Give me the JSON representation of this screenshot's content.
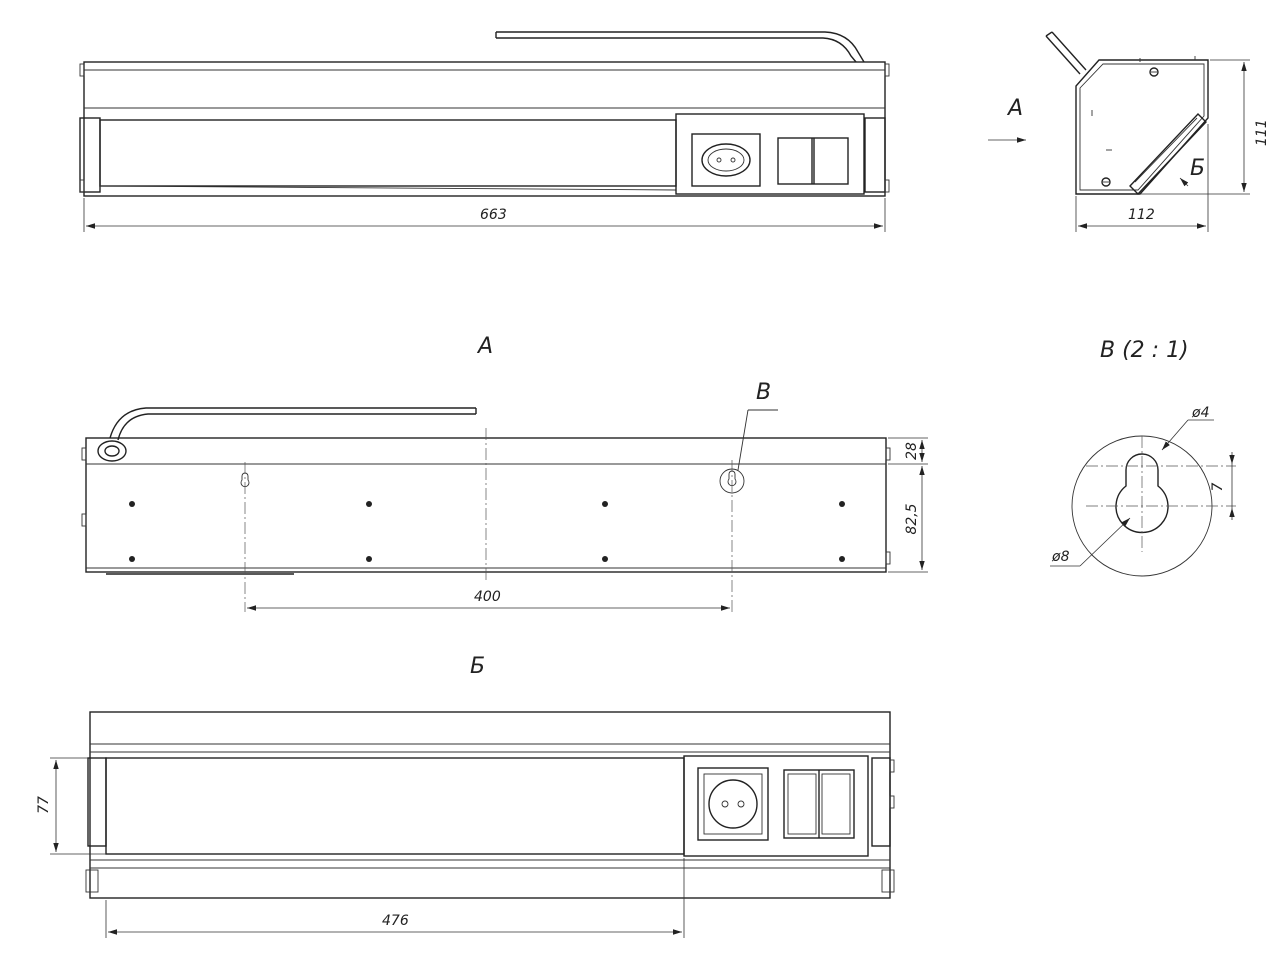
{
  "views": {
    "front": {
      "dim_length": "663"
    },
    "side": {
      "dim_height": "111",
      "dim_width": "112",
      "arrow_a": "А",
      "arrow_b": "Б"
    },
    "rear": {
      "title": "А",
      "callout": "В",
      "dim_top": "28",
      "dim_body": "82,5",
      "dim_spacing": "400"
    },
    "detail": {
      "title": "В (2 : 1)",
      "dim_small_dia": "ø4",
      "dim_large_dia": "ø8",
      "dim_offset": "7"
    },
    "bottom": {
      "title": "Б",
      "dim_height": "77",
      "dim_offset": "476"
    }
  }
}
